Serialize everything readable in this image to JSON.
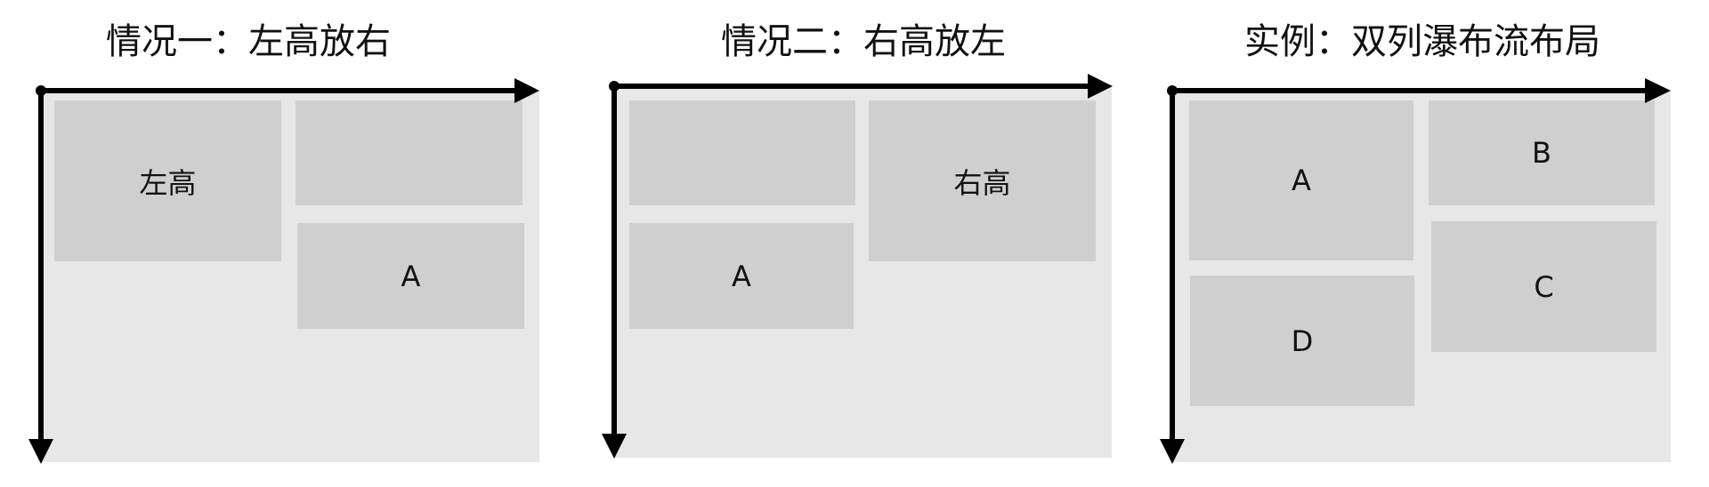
{
  "panels": [
    {
      "title": "情况一：左高放右",
      "boxes": [
        "左高",
        "",
        "A"
      ]
    },
    {
      "title": "情况二：右高放左",
      "boxes": [
        "",
        "右高",
        "A"
      ]
    },
    {
      "title": "实例：双列瀑布流布局",
      "boxes": [
        "A",
        "B",
        "C",
        "D"
      ]
    }
  ],
  "colors": {
    "background": "#e7e7e7",
    "box": "#cfcfcf",
    "axis": "#000000"
  }
}
